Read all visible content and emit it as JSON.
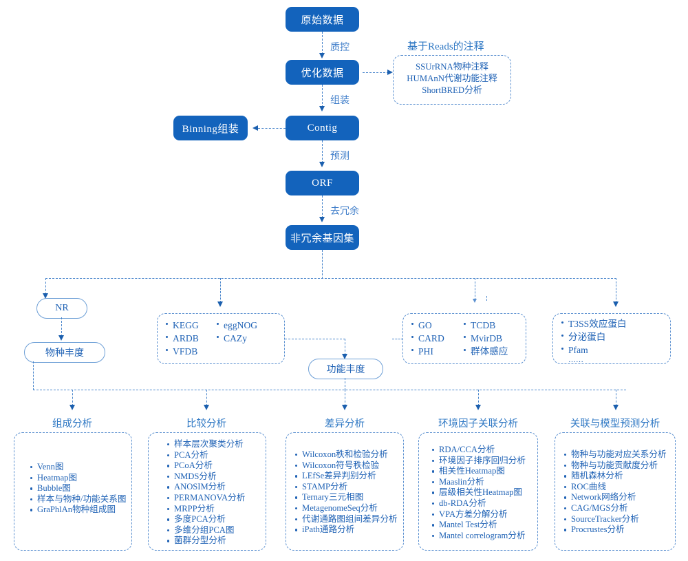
{
  "flow": {
    "main_nodes": [
      {
        "id": "raw",
        "label": "原始数据"
      },
      {
        "id": "clean",
        "label": "优化数据"
      },
      {
        "id": "contig",
        "label": "Contig"
      },
      {
        "id": "orf",
        "label": "ORF"
      },
      {
        "id": "nrgene",
        "label": "非冗余基因集"
      }
    ],
    "side_node": {
      "id": "binning",
      "label": "Binning组装"
    },
    "edge_labels": [
      {
        "id": "qc",
        "label": "质控"
      },
      {
        "id": "assembly",
        "label": "组装"
      },
      {
        "id": "predict",
        "label": "预测"
      },
      {
        "id": "dedup",
        "label": "去冗余"
      }
    ]
  },
  "reads_annotation": {
    "title": "基于Reads的注释",
    "lines": [
      "SSUrRNA物种注释",
      "HUMAnN代谢功能注释",
      "ShortBRED分析"
    ]
  },
  "databases": {
    "nr_pill": "NR",
    "species_abundance_pill": "物种丰度",
    "function_abundance_pill": "功能丰度",
    "group_kegg": {
      "col1": [
        "KEGG",
        "ARDB",
        "VFDB"
      ],
      "col2": [
        "eggNOG",
        "CAZy"
      ]
    },
    "group_go": {
      "col1": [
        "GO",
        "CARD",
        "PHI"
      ],
      "col2": [
        "TCDB",
        "MvirDB",
        "群体感应"
      ]
    },
    "group_protein": {
      "col1": [
        "T3SS效应蛋白",
        "分泌蛋白",
        "Pfam"
      ],
      "ellipsis": "……"
    }
  },
  "analyses": [
    {
      "title": "组成分析",
      "items": [
        "Venn图",
        "Heatmap图",
        "Bubble图",
        "样本与物种/功能关系图",
        "GraPhlAn物种组成图"
      ]
    },
    {
      "title": "比较分析",
      "items": [
        "样本层次聚类分析",
        "PCA分析",
        "PCoA分析",
        "NMDS分析",
        "ANOSIM分析",
        "PERMANOVA分析",
        "MRPP分析",
        "多度PCA分析",
        "多维分组PCA图",
        "菌群分型分析"
      ]
    },
    {
      "title": "差异分析",
      "items": [
        "Wilcoxon秩和检验分析",
        "Wilcoxon符号秩检验",
        "LEfSe差异判别分析",
        "STAMP分析",
        "Ternary三元相图",
        "MetagenomeSeq分析",
        "代谢通路图组间差异分析",
        "iPath通路分析"
      ]
    },
    {
      "title": "环境因子关联分析",
      "items": [
        "RDA/CCA分析",
        "环境因子排序回归分析",
        "相关性Heatmap图",
        "Maaslin分析",
        "层级相关性Heatmap图",
        "db-RDA分析",
        "VPA方差分解分析",
        "Mantel Test分析",
        "Mantel correlogram分析"
      ]
    },
    {
      "title": "关联与模型预测分析",
      "items": [
        "物种与功能对应关系分析",
        "物种与功能贡献度分析",
        "随机森林分析",
        "ROC曲线",
        "Network网络分析",
        "CAG/MGS分析",
        "SourceTracker分析",
        "Procrustes分析"
      ]
    }
  ],
  "colors": {
    "box_fill": "#1363BC",
    "line": "#4a86cc",
    "text_blue": "#1f62b5",
    "label_blue": "#3d7cc9"
  }
}
